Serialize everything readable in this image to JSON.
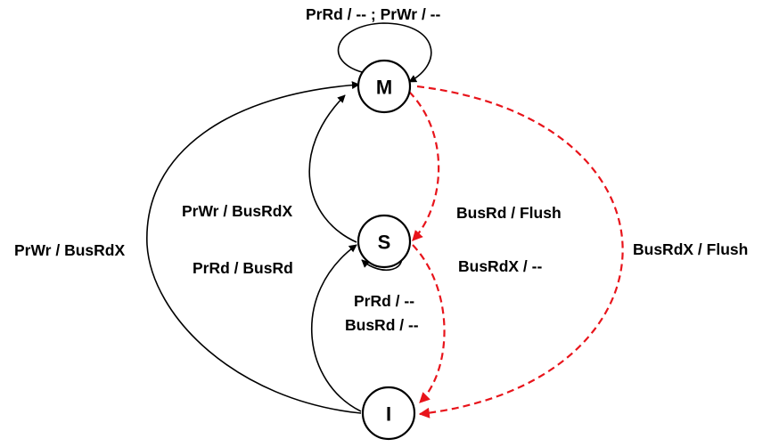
{
  "diagram": {
    "colors": {
      "processor_edge": "#000000",
      "bus_snoop_edge": "#e8141b"
    },
    "states": {
      "M": "M",
      "S": "S",
      "I": "I"
    },
    "labels": {
      "m_self_loop": "PrRd / -- ; PrWr / --",
      "i_to_m": "PrWr / BusRdX",
      "s_to_m": "PrWr / BusRdX",
      "i_to_s": "PrRd / BusRd",
      "s_self_loop_1": "PrRd / --",
      "s_self_loop_2": "BusRd / --",
      "m_to_s": "BusRd / Flush",
      "s_to_i": "BusRdX / --",
      "m_to_i": "BusRdX / Flush"
    }
  }
}
